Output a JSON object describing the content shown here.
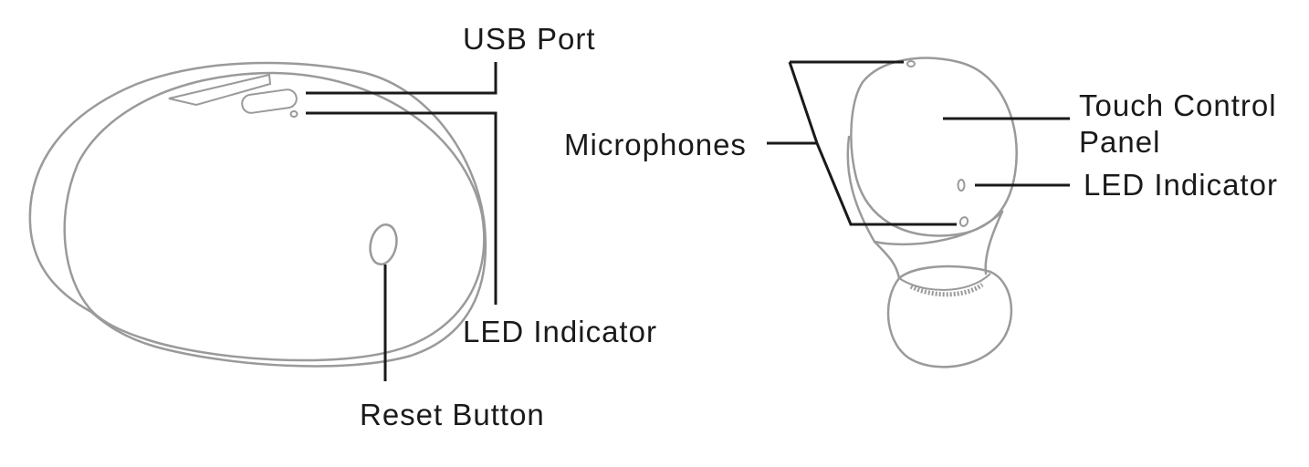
{
  "labels": {
    "usb_port": "USB Port",
    "led_indicator_case": "LED Indicator",
    "reset_button": "Reset Button",
    "microphones": "Microphones",
    "touch_control_line1": "Touch Control",
    "touch_control_line2": "Panel",
    "led_indicator_earbud": "LED Indicator"
  },
  "colors": {
    "outline": "#9a9a9a",
    "leader": "#1a1a1a",
    "text": "#1a1a1a"
  }
}
